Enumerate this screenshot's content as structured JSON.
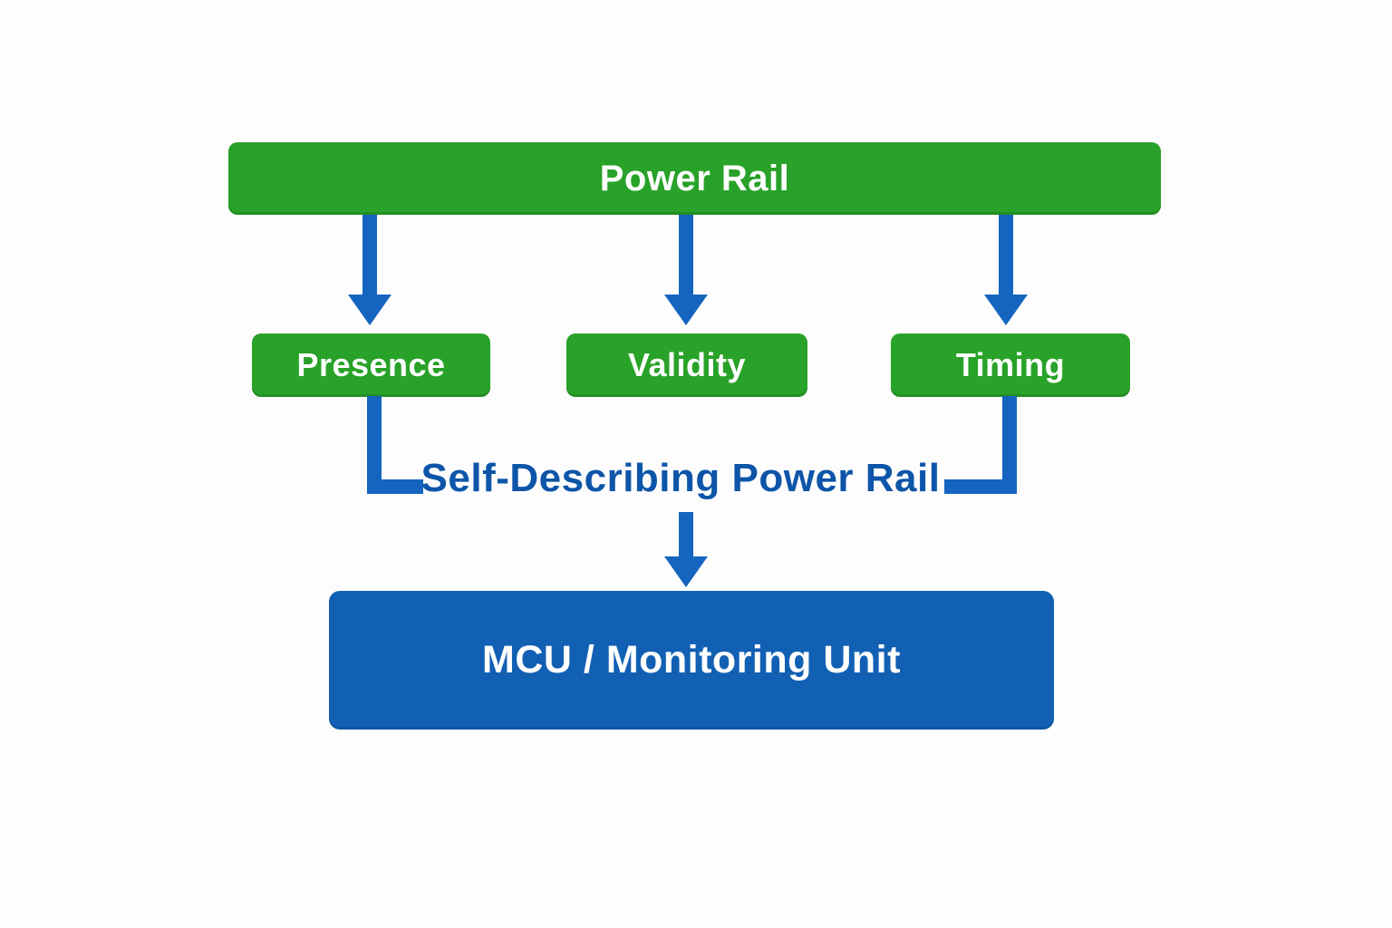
{
  "diagram": {
    "title": "Self-Describing Power Rail concept diagram",
    "colors": {
      "bg": "#fdfdfd",
      "green": "#28a228",
      "blue": "#1160b4",
      "arrow_blue": "#1565c0",
      "label_blue": "#0d55a8",
      "node_text": "#ffffff"
    },
    "nodes": {
      "power_rail": {
        "label": "Power Rail"
      },
      "presence": {
        "label": "Presence"
      },
      "validity": {
        "label": "Validity"
      },
      "timing": {
        "label": "Timing"
      },
      "self_describing": {
        "label": "Self-Describing Power Rail"
      },
      "mcu": {
        "label": "MCU / Monitoring Unit"
      }
    },
    "edges": [
      {
        "from": "power_rail",
        "to": "presence",
        "type": "arrow-down"
      },
      {
        "from": "power_rail",
        "to": "validity",
        "type": "arrow-down"
      },
      {
        "from": "power_rail",
        "to": "timing",
        "type": "arrow-down"
      },
      {
        "from": "presence",
        "to": "self_describing",
        "type": "elbow"
      },
      {
        "from": "timing",
        "to": "self_describing",
        "type": "elbow"
      },
      {
        "from": "self_describing",
        "to": "mcu",
        "type": "arrow-down"
      }
    ]
  }
}
